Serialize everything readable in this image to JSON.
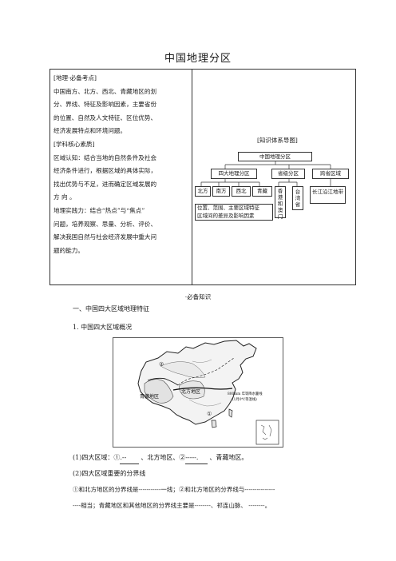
{
  "title": "中国地理分区",
  "left_cell": {
    "heading_exam": "[地理·必备考点]",
    "exam_lines": [
      "中国南方、北方、西北、青藏地区的划",
      "分、界线、特征及影响因素，主要省份",
      "的位置、自然及人文特征、区位优势、",
      "经济发展特点和环境问题。"
    ],
    "heading_core": "[学科核心素质]",
    "core_lines": [
      "区域认知：结合当地的自然条件及社会",
      "经济条件进行，根据区域的具体实际，",
      "找出优势与不足，进而确定区域发展的",
      "方  向 。"
    ],
    "practice_lines": [
      "地理实践力：结合“热点”与“焦点”",
      "问题，培养观察、思量、分析、评价、",
      "解决我国自然与社会经济发展中重大问",
      "题的能力。"
    ]
  },
  "right_cell": {
    "label": "[知识体系导图]",
    "root": "中国地理分区",
    "branches": [
      "四大地理分区",
      "省级分区",
      "跨省区域"
    ],
    "regions": [
      "北方",
      "南方",
      "西北",
      "青藏"
    ],
    "province_items": [
      "香港和澳门",
      "台湾省"
    ],
    "cross_items": [
      "长江沿江地带"
    ],
    "note_line1": "位置、范围、主要区域特征",
    "note_line2": "区域间的差异及影响因素"
  },
  "body": {
    "essentials": "·必备知识",
    "section1": "一、中国四大区域地理特征",
    "sub1": "1. 中国四大区域概况",
    "map": {
      "region_labels": [
        "青藏地区",
        "北方地区"
      ],
      "markers": [
        "①",
        "②"
      ],
      "annotation_line1": "800mm 年等降水量线",
      "annotation_line2": "(1月0℃等温线)"
    },
    "q1_prefix": "(1)四大区域：",
    "q1_c1": "①",
    "q1_blank1": ".--",
    "q1_mid": "、北方地区、",
    "q1_c2": "②",
    "q1_blank2": "-----.",
    "q1_end": "、青藏地区。",
    "q2": "(2)四大区域重要的分界线",
    "q2_line1": "①和北方地区的分界线是-----------一线；②和北方地区的分界线与---------------",
    "q2_line2": "----相当；青藏地区和其他地区的分界线主要是--------、祁连山脉、 --------。"
  }
}
